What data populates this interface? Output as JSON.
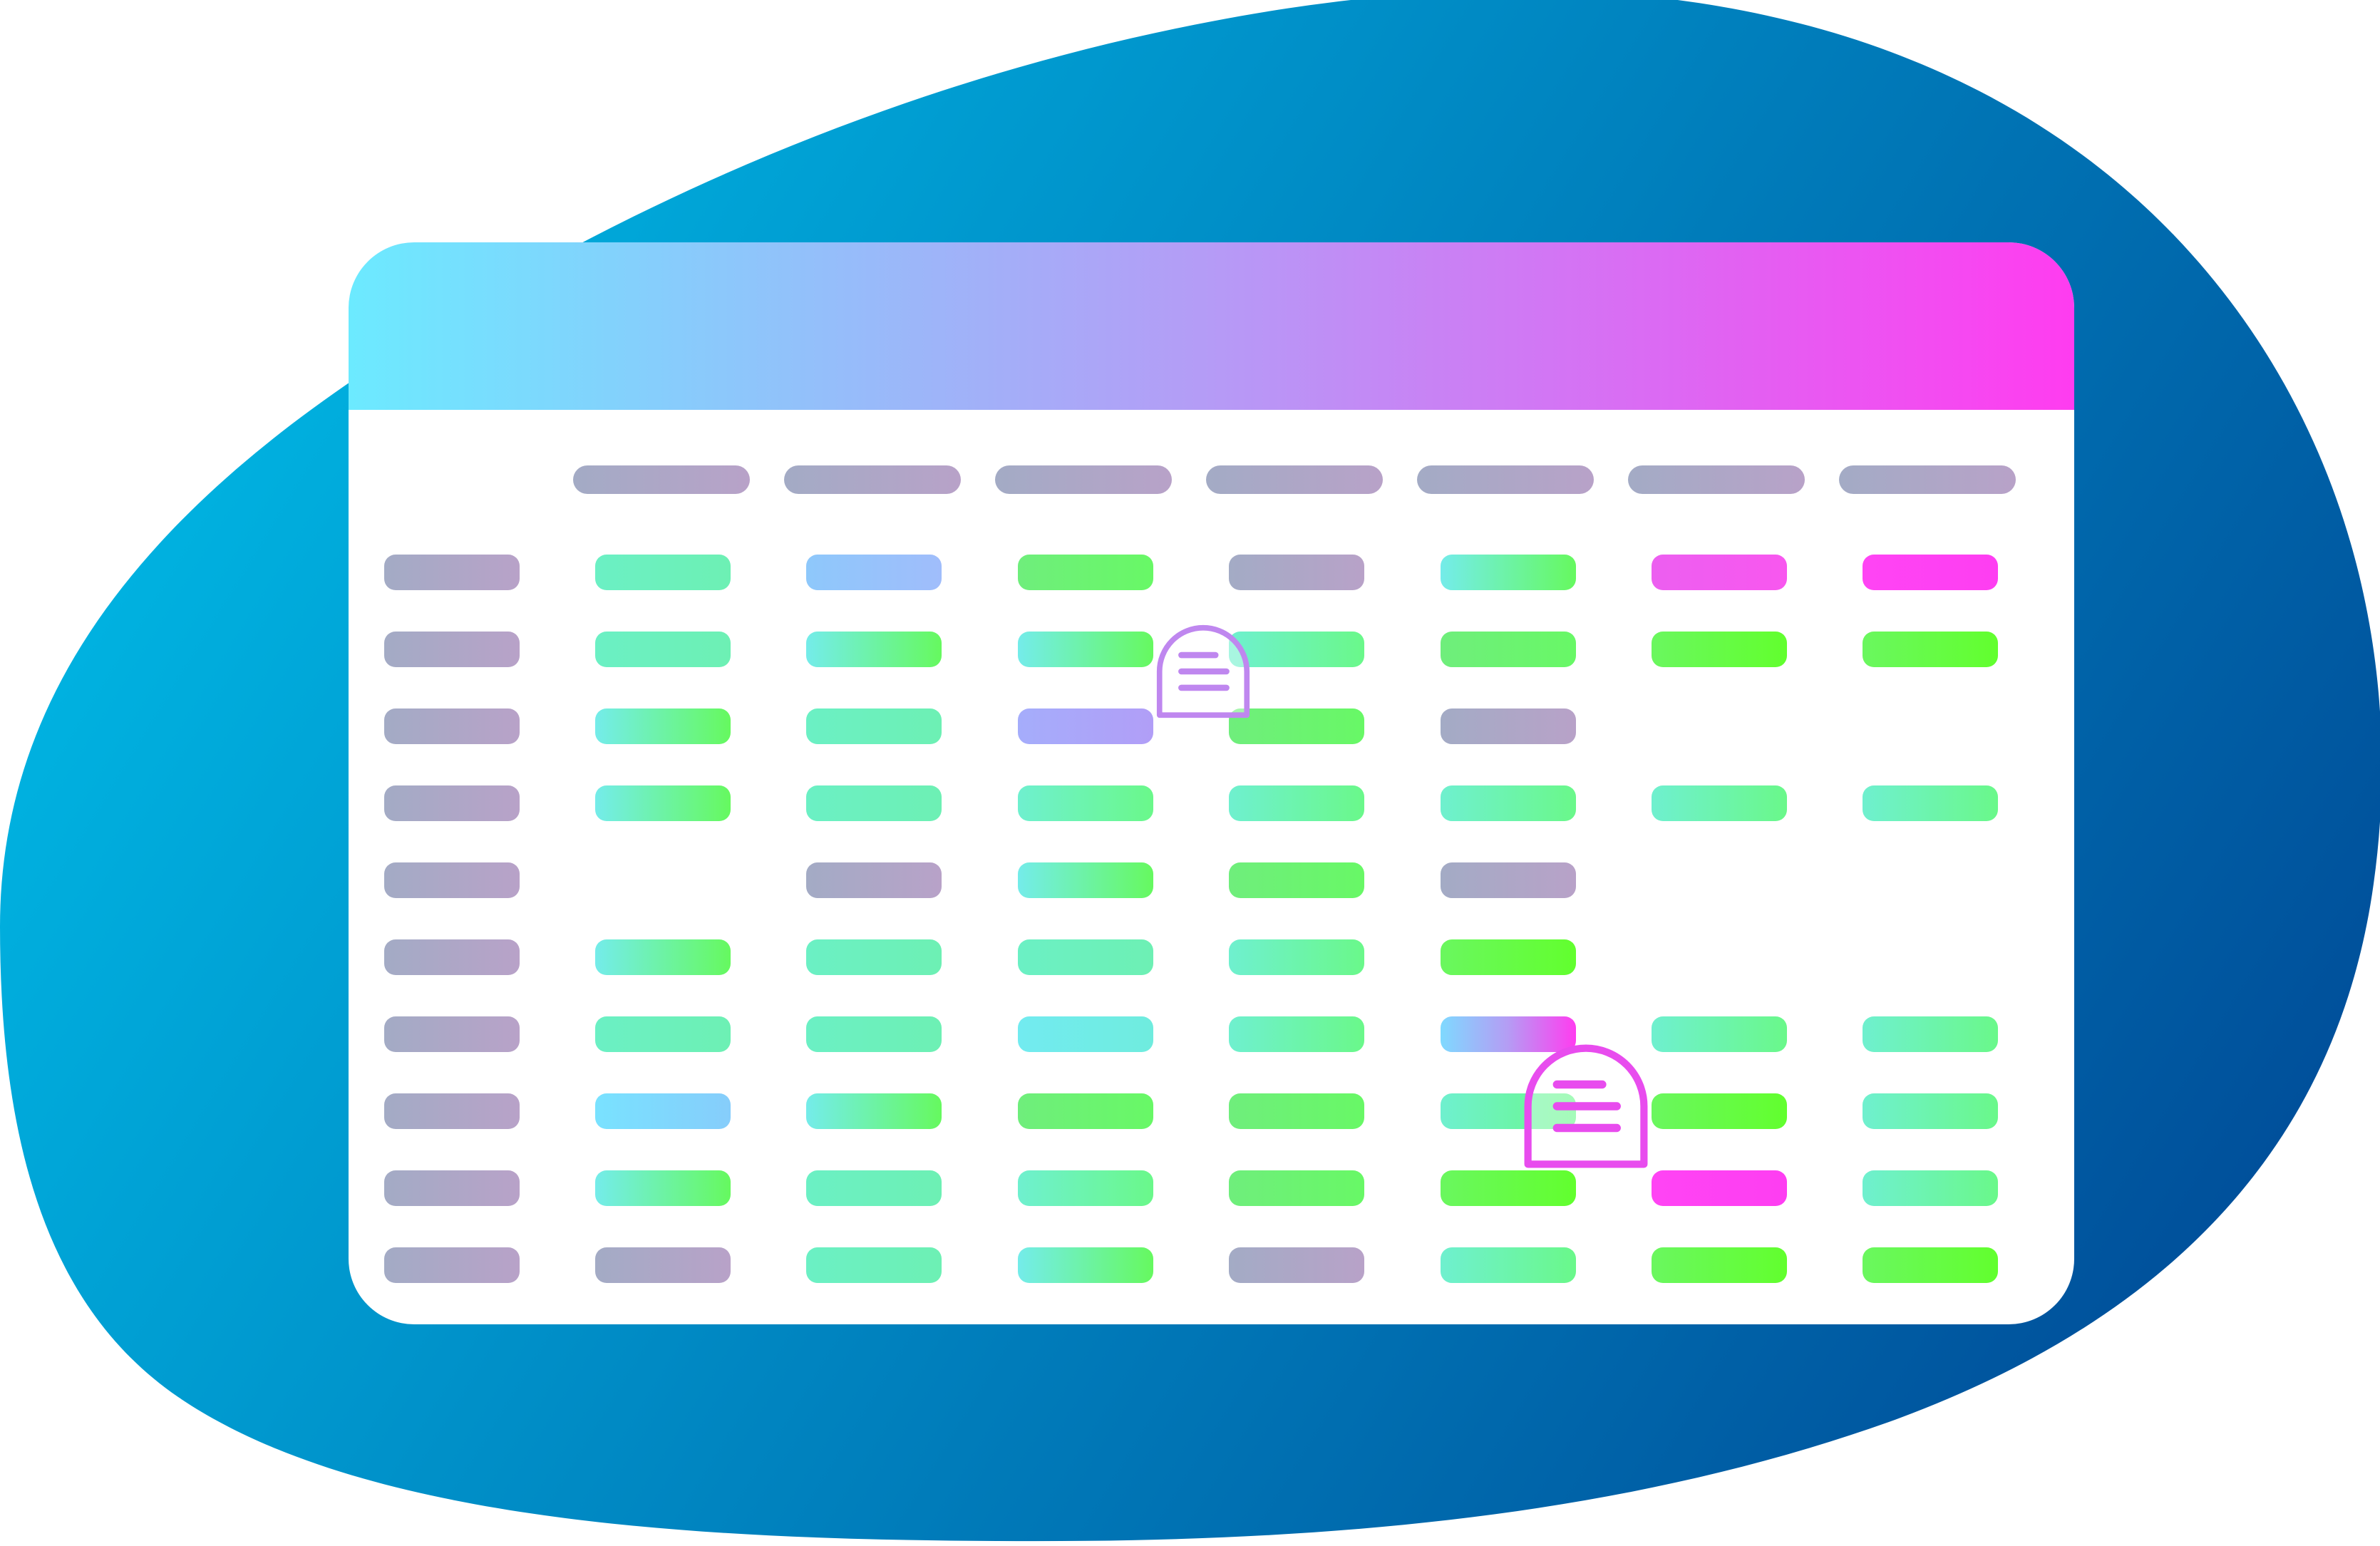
{
  "colors": {
    "blob_start": "#00b7e4",
    "blob_end": "#004c98",
    "header_start": "#6ceaff",
    "header_mid": "#b59bf6",
    "header_end": "#ff3cf0",
    "window_bg": "#ffffff",
    "grey": "#ada8c6",
    "note_light": "#bf87ef",
    "note_strong": "#e84cee"
  },
  "palette": {
    "grey": [
      "#a3abc5",
      "#b8a2c8"
    ],
    "mint": [
      "#6bf0c4",
      "#6df0b4"
    ],
    "green": [
      "#6fee7c",
      "#68f866"
    ],
    "lime": [
      "#6af75f",
      "#62ff2e"
    ],
    "cyan_green": [
      "#74ecea",
      "#66f95f"
    ],
    "teal_green": [
      "#6ff0cf",
      "#6af88a"
    ],
    "cyan": [
      "#72ebf0",
      "#6fecde"
    ],
    "blue": [
      "#8ec8fb",
      "#a0bdfb"
    ],
    "sky": [
      "#79e2ff",
      "#86cdfb"
    ],
    "violet": [
      "#a5adfb",
      "#b19ef7"
    ],
    "pink": [
      "#ec5ff0",
      "#f857ef"
    ],
    "magenta": [
      "#ff44f4",
      "#fe3ef2"
    ],
    "rainbow": [
      "#7fd9ff",
      "#b59cf4",
      "#ff3cf0"
    ]
  },
  "window": {
    "column_header_count": 7,
    "rows": [
      [
        "grey",
        "mint",
        "blue",
        "green",
        "grey",
        "cyan_green",
        "pink",
        "magenta"
      ],
      [
        "grey",
        "mint",
        "cyan_green",
        "cyan_green",
        "teal_green",
        "green",
        "lime",
        "lime"
      ],
      [
        "grey",
        "cyan_green",
        "mint",
        "violet",
        "green",
        "grey",
        null,
        null
      ],
      [
        "grey",
        "cyan_green",
        "mint",
        "teal_green",
        "teal_green",
        "teal_green",
        "teal_green",
        "teal_green"
      ],
      [
        "grey",
        null,
        "grey",
        "cyan_green",
        "green",
        "grey",
        null,
        null
      ],
      [
        "grey",
        "cyan_green",
        "mint",
        "mint",
        "teal_green",
        "lime",
        null,
        null
      ],
      [
        "grey",
        "mint",
        "mint",
        "cyan",
        "teal_green",
        "rainbow",
        "teal_green",
        "teal_green"
      ],
      [
        "grey",
        "sky",
        "cyan_green",
        "green",
        "green",
        "teal_green",
        "lime",
        "teal_green"
      ],
      [
        "grey",
        "cyan_green",
        "mint",
        "teal_green",
        "green",
        "lime",
        "magenta",
        "teal_green"
      ],
      [
        "grey",
        "grey",
        "mint",
        "cyan_green",
        "grey",
        "teal_green",
        "lime",
        "lime"
      ]
    ],
    "note_icons": [
      {
        "name": "note-icon-small",
        "color": "note_light",
        "row": 1,
        "col": 3
      },
      {
        "name": "note-icon-large",
        "color": "note_strong",
        "row": 7,
        "col": 5
      }
    ]
  }
}
